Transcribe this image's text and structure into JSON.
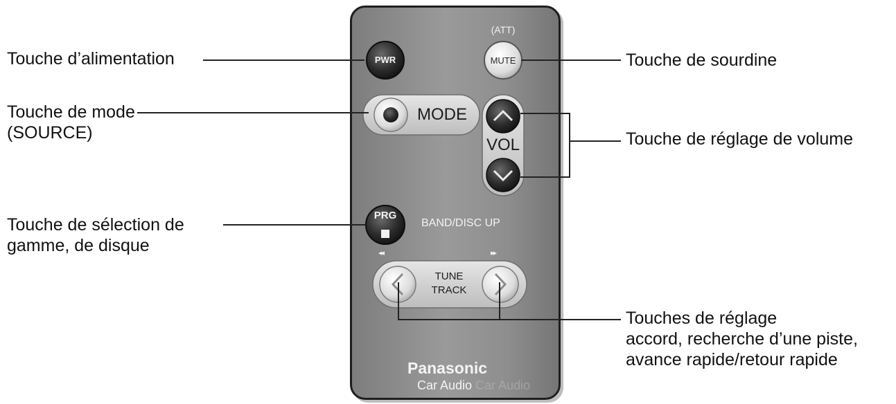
{
  "callouts": {
    "power": "Touche d’alimentation",
    "mode_line1": "Touche de mode",
    "mode_line2": "(SOURCE)",
    "band_line1": "Touche de sélection de",
    "band_line2": "gamme, de disque",
    "mute": "Touche de sourdine",
    "volume": "Touche de réglage de volume",
    "tune_line1": "Touches de réglage",
    "tune_line2": "accord, recherche d’une piste,",
    "tune_line3": "avance rapide/retour rapide"
  },
  "remote": {
    "att_label": "(ATT)",
    "pwr_label": "PWR",
    "mute_label": "MUTE",
    "mode_label": "MODE",
    "vol_label": "VOL",
    "prg_label": "PRG",
    "band_label": "BAND/DISC UP",
    "tune_label": "TUNE",
    "track_label": "TRACK",
    "rewind_glyph": "◂◂",
    "forward_glyph": "▸▸",
    "brand": "Panasonic",
    "subbrand": "Car Audio",
    "subbrand_ghost": "Car Audio"
  },
  "colors": {
    "remote_body": "#8e8e8e",
    "button_dark": "#2a2a2a",
    "button_light": "#e2e2e2",
    "leader_line": "#222222"
  }
}
